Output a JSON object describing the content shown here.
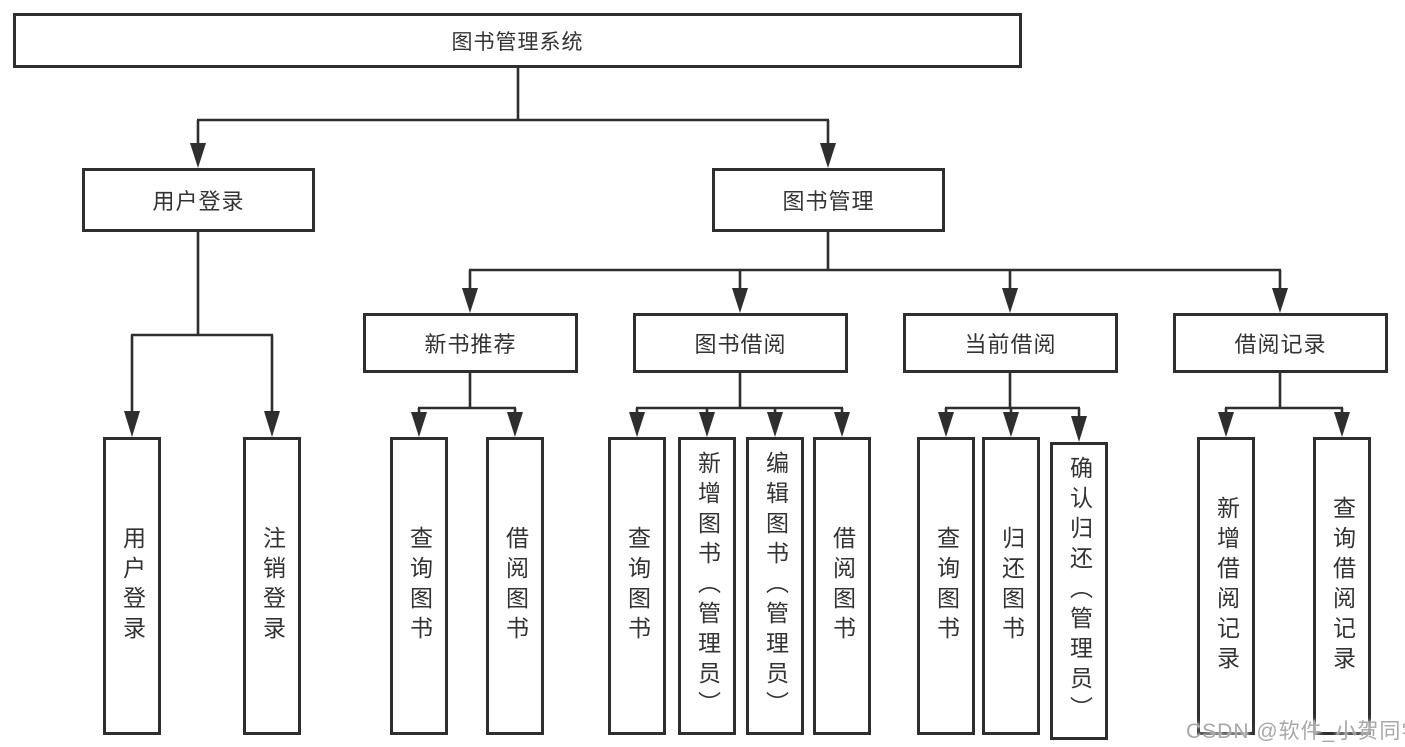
{
  "diagram": {
    "root": {
      "label": "图书管理系统"
    },
    "branches": [
      {
        "label": "用户登录",
        "children": [
          {
            "label": "用户登录"
          },
          {
            "label": "注销登录"
          }
        ]
      },
      {
        "label": "图书管理",
        "children": [
          {
            "label": "新书推荐",
            "children": [
              {
                "label": "查询图书"
              },
              {
                "label": "借阅图书"
              }
            ]
          },
          {
            "label": "图书借阅",
            "children": [
              {
                "label": "查询图书"
              },
              {
                "label": "新增图书（管理员）"
              },
              {
                "label": "编辑图书（管理员）"
              },
              {
                "label": "借阅图书"
              }
            ]
          },
          {
            "label": "当前借阅",
            "children": [
              {
                "label": "查询图书"
              },
              {
                "label": "归还图书"
              },
              {
                "label": "确认归还（管理员）"
              }
            ]
          },
          {
            "label": "借阅记录",
            "children": [
              {
                "label": "新增借阅记录"
              },
              {
                "label": "查询借阅记录"
              }
            ]
          }
        ]
      }
    ]
  },
  "watermark": {
    "text": "CSDN @软件_小贺同学"
  },
  "colors": {
    "border": "#2e2e2e",
    "line": "#2e2e2e",
    "text": "#333333",
    "background": "#ffffff",
    "watermark": "#a8a8a8"
  }
}
